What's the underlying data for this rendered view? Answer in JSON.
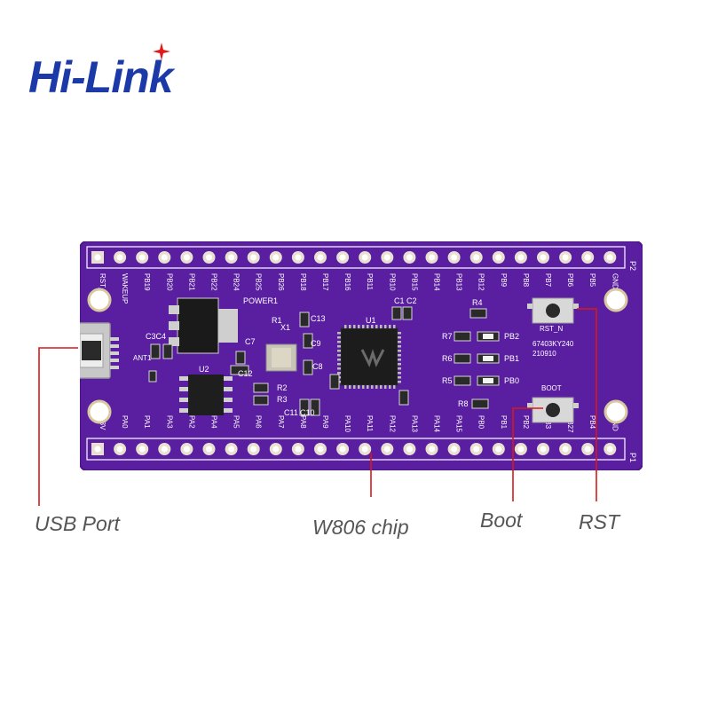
{
  "logo": {
    "text": "Hi-Link"
  },
  "board": {
    "top_pins": [
      "RST_N",
      "WAKEUP",
      "PB19",
      "PB20",
      "PB21",
      "PB22",
      "PB24",
      "PB25",
      "PB26",
      "PB18",
      "PB17",
      "PB16",
      "PB11",
      "PB10",
      "PB15",
      "PB14",
      "PB13",
      "PB12",
      "PB9",
      "PB8",
      "PB7",
      "PB6",
      "PB5",
      "GND"
    ],
    "bottom_pins": [
      "3.3V",
      "PA0",
      "PA1",
      "PA3",
      "PA2",
      "PA4",
      "PA5",
      "PA6",
      "PA7",
      "PA8",
      "PA9",
      "PA10",
      "PA11",
      "PA12",
      "PA13",
      "PA14",
      "PA15",
      "PB0",
      "PB1",
      "PB2",
      "PB3",
      "PB27",
      "PB4",
      "GND"
    ],
    "header_top": "P2",
    "header_bottom": "P1",
    "components": {
      "u1": "U1",
      "u2": "U2",
      "power": "POWER1",
      "x1": "X1",
      "c13": "C13",
      "c9": "C9",
      "c8": "C8",
      "c7": "C7",
      "c12": "C12",
      "c11": "C11",
      "c10": "C10",
      "c1": "C1",
      "c2": "C2",
      "c3c4": "C3C4",
      "r1": "R1",
      "r2": "R2",
      "r3": "R3",
      "r4": "R4",
      "r5": "R5",
      "r6": "R6",
      "r7": "R7",
      "r8": "R8",
      "led_pb2": "PB2",
      "led_pb1": "PB1",
      "led_pb0": "PB0",
      "rst_label": "RST_N",
      "boot_label": "BOOT",
      "ant": "ANT1",
      "serial": "67403KY240",
      "date": "210910"
    }
  },
  "callouts": {
    "usb": "USB Port",
    "chip": "W806 chip",
    "boot": "Boot",
    "rst": "RST"
  },
  "colors": {
    "pcb": "#5a1ea0",
    "silkscreen": "#ffffff",
    "pad": "#e8e0d0",
    "leader": "#d81818",
    "logo": "#1b3aa8",
    "logo_star": "#e01a1a"
  }
}
